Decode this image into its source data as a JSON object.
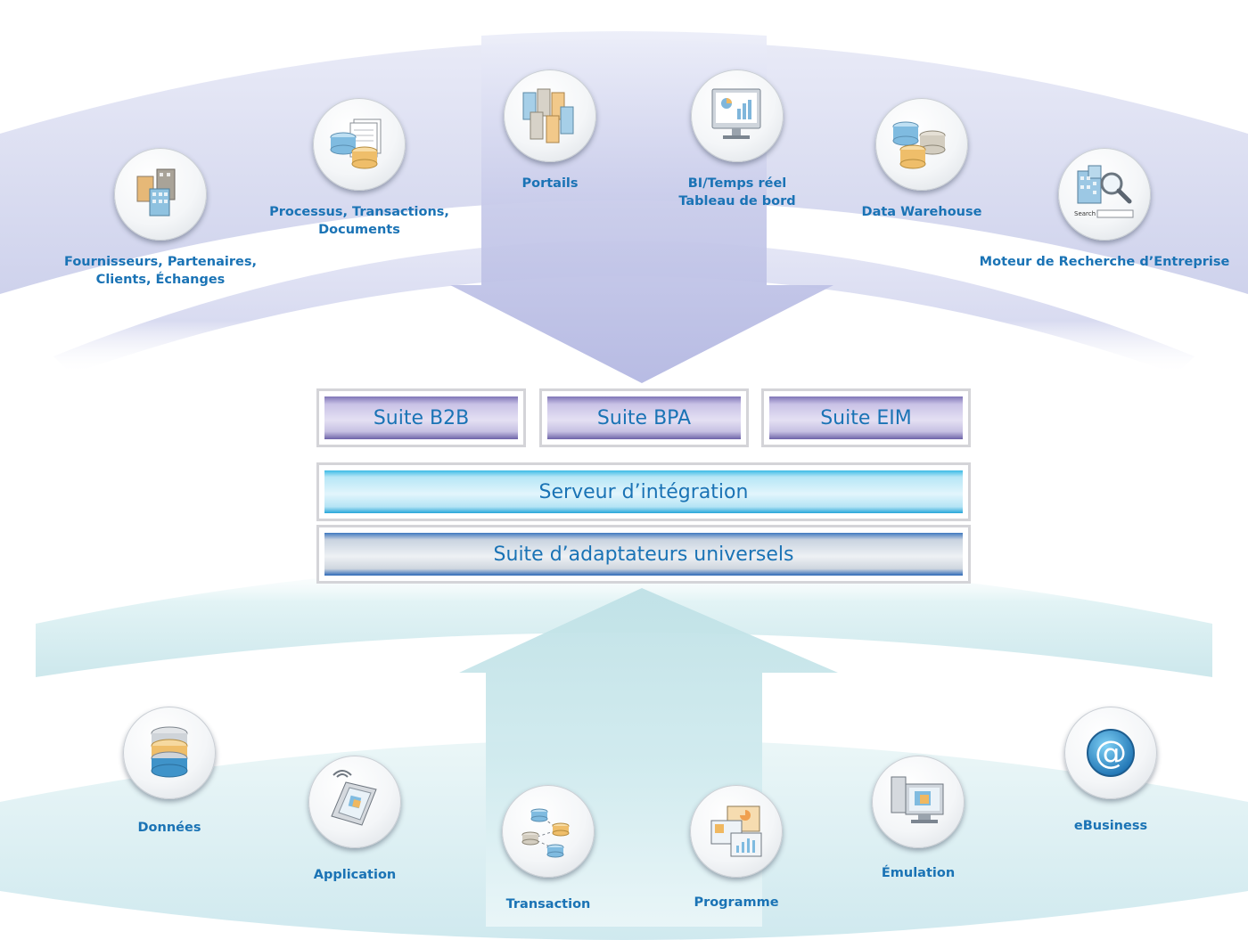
{
  "top_nodes": [
    {
      "id": "partners",
      "icon": "buildings-icon",
      "lines": [
        "Fournisseurs, Partenaires,",
        "Clients, Échanges"
      ]
    },
    {
      "id": "processes",
      "icon": "database-documents-icon",
      "lines": [
        "Processus, Transactions,",
        "Documents"
      ]
    },
    {
      "id": "portals",
      "icon": "portal-servers-icon",
      "lines": [
        "Portails"
      ]
    },
    {
      "id": "bi",
      "icon": "dashboard-monitor-icon",
      "lines": [
        "BI/Temps réel",
        "Tableau de bord"
      ]
    },
    {
      "id": "warehouse",
      "icon": "data-warehouse-icon",
      "lines": [
        "Data Warehouse"
      ]
    },
    {
      "id": "search",
      "icon": "enterprise-search-icon",
      "lines": [
        "Moteur de Recherche d’Entreprise"
      ],
      "icon_text": "Search"
    }
  ],
  "bottom_nodes": [
    {
      "id": "data",
      "icon": "database-stack-icon",
      "lines": [
        "Données"
      ]
    },
    {
      "id": "application",
      "icon": "tablet-app-icon",
      "lines": [
        "Application"
      ]
    },
    {
      "id": "transaction",
      "icon": "transaction-network-icon",
      "lines": [
        "Transaction"
      ]
    },
    {
      "id": "program",
      "icon": "program-charts-icon",
      "lines": [
        "Programme"
      ]
    },
    {
      "id": "emulation",
      "icon": "emulation-terminal-icon",
      "lines": [
        "Émulation"
      ]
    },
    {
      "id": "ebusiness",
      "icon": "at-sign-icon",
      "lines": [
        "eBusiness"
      ],
      "icon_text": "@"
    }
  ],
  "suites": {
    "b2b": "Suite B2B",
    "bpa": "Suite BPA",
    "eim": "Suite EIM"
  },
  "integration_server": "Serveur d’intégration",
  "adapter_suite": "Suite d’adaptateurs universels",
  "colors": {
    "label_blue": "#1a73b5",
    "top_band": "#cfd3ec",
    "bottom_band": "#cfeaee"
  }
}
